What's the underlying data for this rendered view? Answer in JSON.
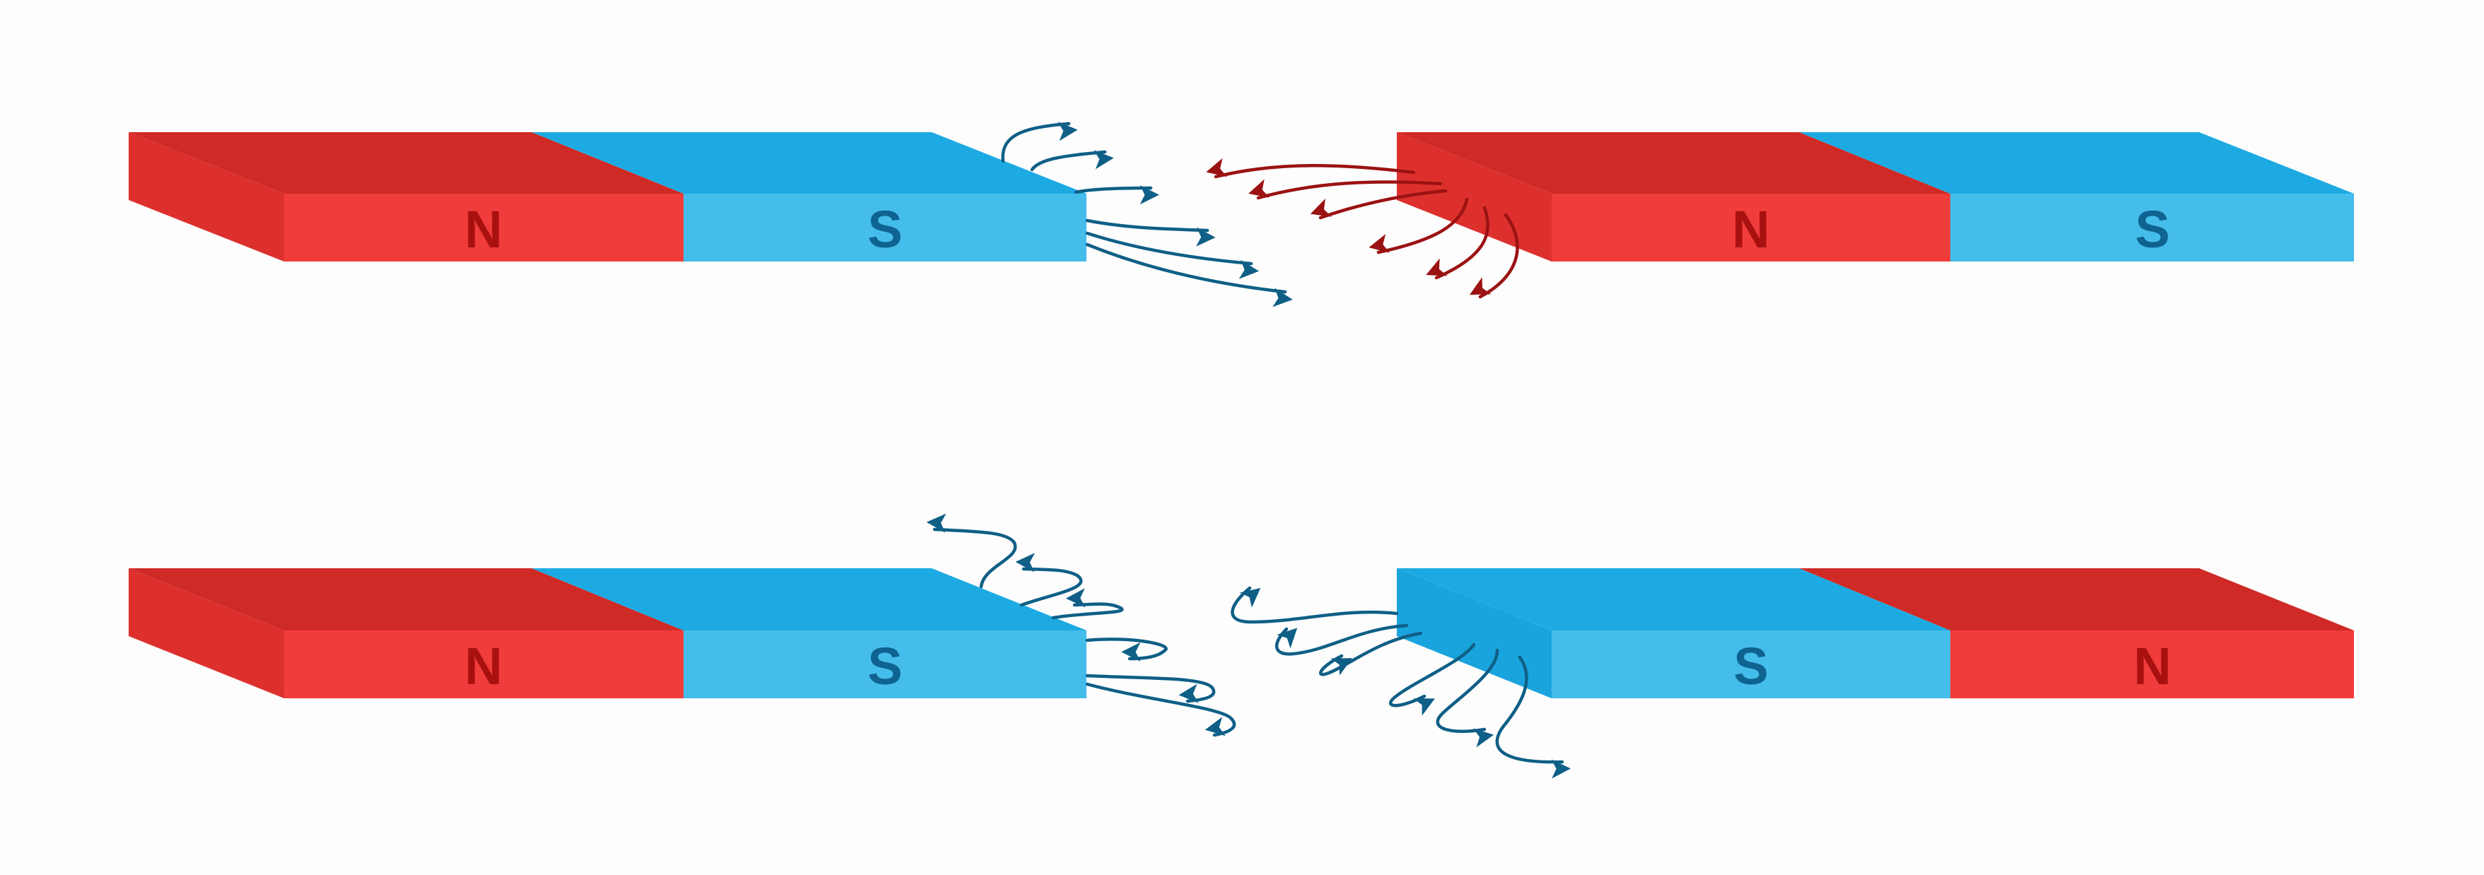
{
  "colors": {
    "red_front": "#f03c3b",
    "red_top": "#cf2a26",
    "red_side": "#dd302d",
    "blue_front": "#45bdeb",
    "blue_top": "#1daae3",
    "blue_side": "#1aa4de",
    "north_label": "#a8110f",
    "south_label": "#0f6391",
    "field_blue": "#0f5f86",
    "field_red": "#9b1212"
  },
  "scenes": [
    {
      "interaction": "attract",
      "magnets": [
        {
          "left_pole": "N",
          "right_pole": "S"
        },
        {
          "left_pole": "N",
          "right_pole": "S"
        }
      ]
    },
    {
      "interaction": "repel",
      "magnets": [
        {
          "left_pole": "N",
          "right_pole": "S"
        },
        {
          "left_pole": "S",
          "right_pole": "N"
        }
      ]
    }
  ]
}
